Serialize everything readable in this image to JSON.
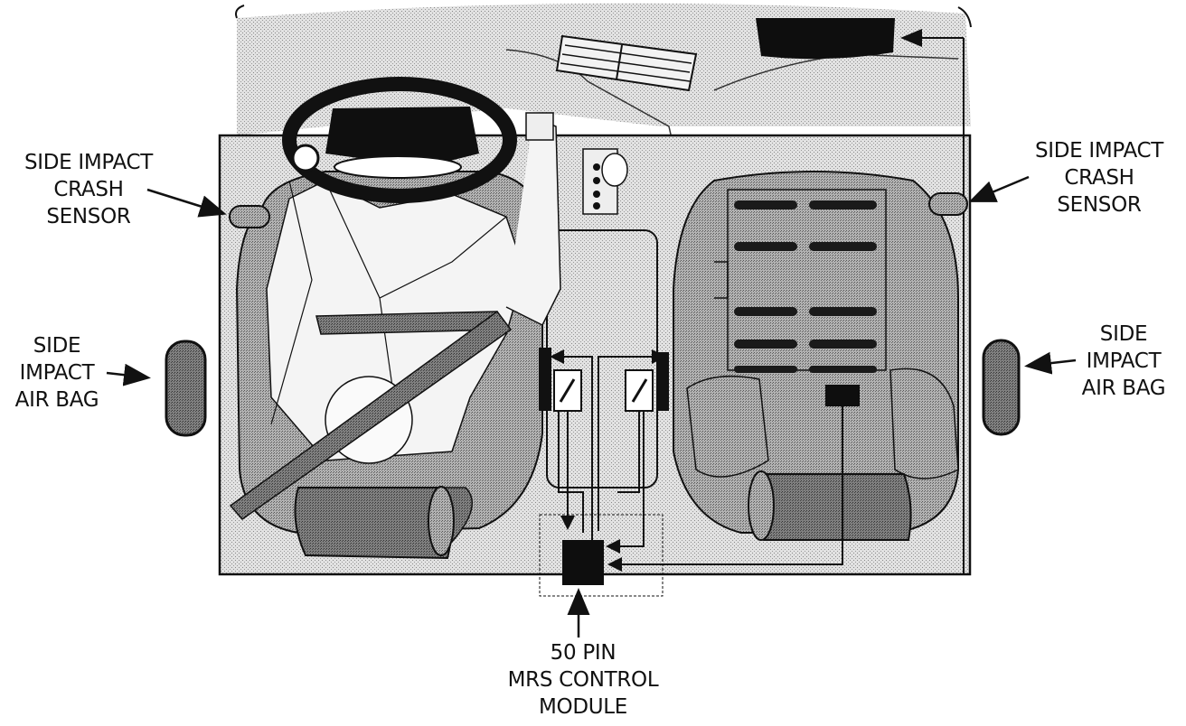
{
  "labels": {
    "left_sensor": [
      "SIDE IMPACT",
      "CRASH",
      "SENSOR"
    ],
    "right_sensor": [
      "SIDE IMPACT",
      "CRASH",
      "SENSOR"
    ],
    "left_airbag": [
      "SIDE",
      "IMPACT",
      "AIR BAG"
    ],
    "right_airbag": [
      "SIDE",
      "IMPACT",
      "AIR BAG"
    ],
    "module": [
      "50 PIN",
      "MRS CONTROL",
      "MODULE"
    ]
  },
  "colors": {
    "ink": "#111111",
    "stipple_light": "#d6d6d6",
    "stipple_mid": "#9a9a9a",
    "stipple_dark": "#6e6e6e",
    "background": "#ffffff"
  }
}
